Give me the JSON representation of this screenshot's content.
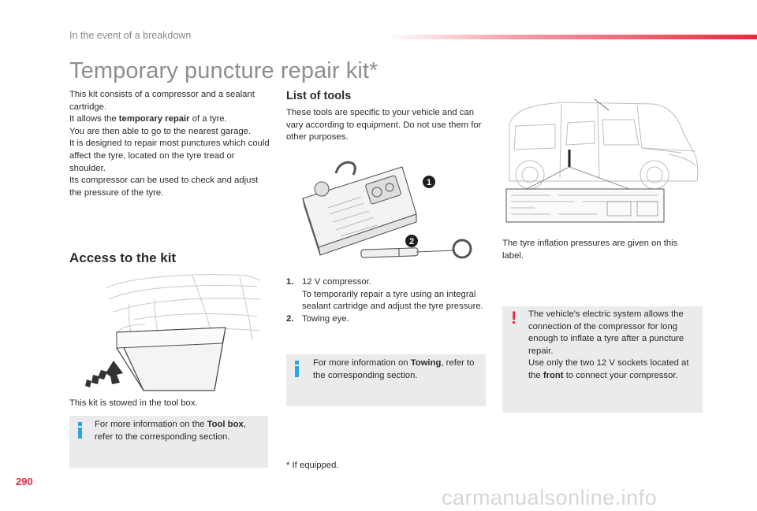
{
  "header": {
    "section": "In the event of a breakdown"
  },
  "title": "Temporary puncture repair kit*",
  "intro": {
    "line1": "This kit consists of a compressor and a sealant cartridge.",
    "line2_pre": "It allows the ",
    "line2_bold": "temporary repair",
    "line2_post": " of a tyre.",
    "line3": "You are then able to go to the nearest garage.",
    "line4": "It is designed to repair most punctures which could affect the tyre, located on the tyre tread or shoulder.",
    "line5": "Its compressor can be used to check and adjust the pressure of the tyre."
  },
  "access": {
    "heading": "Access to the kit",
    "caption": "This kit is stowed in the tool box.",
    "note_pre": "For more information on the ",
    "note_bold": "Tool box",
    "note_post": ", refer to the corresponding section."
  },
  "tools": {
    "heading": "List of tools",
    "desc": "These tools are specific to your vehicle and can vary according to equipment. Do not use them for other purposes.",
    "callout1": "1",
    "callout2": "2",
    "items": [
      {
        "num": "1.",
        "lines": [
          "12 V compressor.",
          "To temporarily repair a tyre using an integral sealant cartridge and adjust the tyre pressure."
        ]
      },
      {
        "num": "2.",
        "lines": [
          "Towing eye."
        ]
      }
    ],
    "note_pre": "For more information on ",
    "note_bold": "Towing",
    "note_post": ", refer to the corresponding section.",
    "footnote": "* If equipped."
  },
  "label": {
    "caption": "The tyre inflation pressures are given on this label.",
    "warning_icon": "!",
    "warning_line1": "The vehicle's electric system allows the connection of the compressor for long enough to inflate a tyre after a puncture repair.",
    "warning_line2_pre": "Use only the two 12 V sockets located at the ",
    "warning_line2_bold": "front",
    "warning_line2_post": " to connect your compressor."
  },
  "page_number": "290",
  "watermark": "carmanualsonline.info",
  "colors": {
    "accent": "#e8283c",
    "info": "#2aa6e0",
    "box": "#e9ebed"
  }
}
